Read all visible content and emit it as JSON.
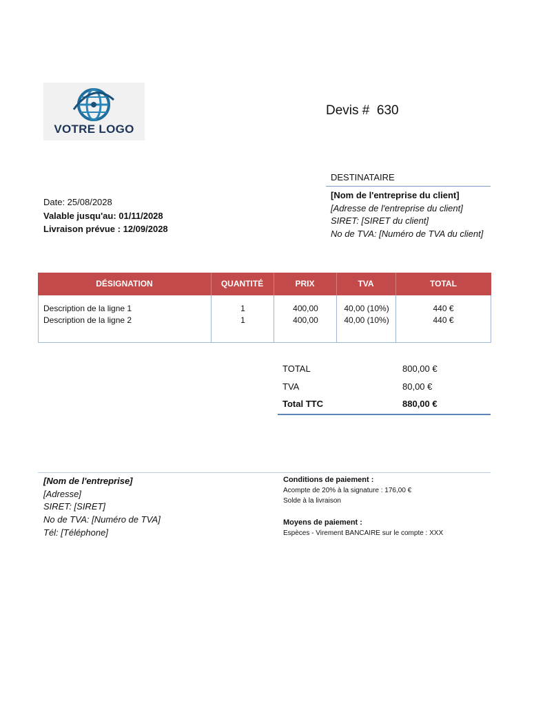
{
  "logo": {
    "text": "VOTRE LOGO"
  },
  "title": {
    "label": "Devis #",
    "number": "630"
  },
  "recipient": {
    "heading": "DESTINATAIRE",
    "company": "[Nom de l'entreprise du client]",
    "address": "[Adresse de l'entreprise du client]",
    "siret": "SIRET: [SIRET du client]",
    "vat": "No de TVA: [Numéro de TVA du client]"
  },
  "dates": {
    "date": "Date: 25/08/2028",
    "valid_until": "Valable jusqu'au: 01/11/2028",
    "delivery": "Livraison prévue : 12/09/2028"
  },
  "table": {
    "headers": [
      "DÉSIGNATION",
      "QUANTITÉ",
      "PRIX",
      "TVA",
      "TOTAL"
    ],
    "rows": [
      [
        "Description de la ligne 1",
        "1",
        "400,00",
        "40,00 (10%)",
        "440 €"
      ],
      [
        "Description de la ligne 2",
        "1",
        "400,00",
        "40,00 (10%)",
        "440 €"
      ]
    ]
  },
  "totals": [
    {
      "label": "TOTAL",
      "value": "800,00 €"
    },
    {
      "label": "TVA",
      "value": "80,00 €"
    },
    {
      "label": "Total TTC",
      "value": "880,00 €"
    }
  ],
  "company": {
    "name": "[Nom de l'entreprise]",
    "address": "[Adresse]",
    "siret": "SIRET: [SIRET]",
    "vat": "No de TVA: [Numéro de TVA]",
    "phone": "Tél: [Téléphone]"
  },
  "payment_conditions": {
    "heading": "Conditions de paiement :",
    "lines": [
      "Acompte de 20% à la signature : 176,00 €",
      "Solde à la livraison"
    ]
  },
  "payment_means": {
    "heading": "Moyens de paiement :",
    "lines": [
      "Espèces - Virement BANCAIRE sur le compte : XXX"
    ]
  },
  "colors": {
    "table_header": "#c24a4a",
    "rule_blue": "#5b84b8",
    "logo_blue": "#1d3557"
  },
  "icons": {
    "logo_mark": "globe-icon"
  }
}
